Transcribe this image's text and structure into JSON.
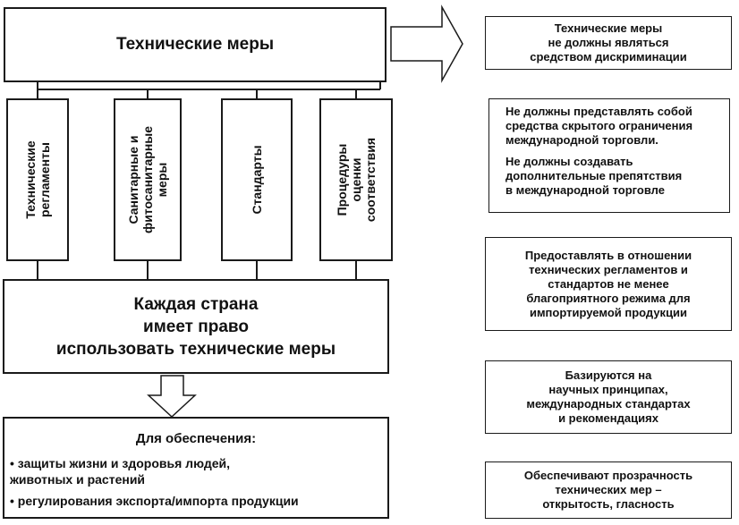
{
  "left": {
    "top_box": "Технические меры",
    "columns": [
      "Технические\nрегламенты",
      "Санитарные и\nфитосанитарные\nмеры",
      "Стандарты",
      "Процедуры\nоценки\nсоответствия"
    ],
    "middle_box": "Каждая страна\nимеет право\nиспользовать технические меры",
    "bottom_box": {
      "title": "Для обеспечения:",
      "bullets": [
        "• защиты жизни и здоровья людей,\n  животных и растений",
        "• регулирования экспорта/импорта продукции"
      ]
    }
  },
  "right": {
    "boxes": [
      {
        "lines": "Технические меры\nне должны являться\nсредством дискриминации"
      },
      {
        "para1": "Не должны представлять собой\nсредства скрытого ограничения\nмеждународной торговли.",
        "para2": "Не должны создавать\nдополнительные препятствия\nв международной торговле"
      },
      {
        "lines": "Предоставлять в отношении\nтехнических регламентов и\nстандартов не менее\nблагоприятного режима для\nимпортируемой продукции"
      },
      {
        "lines": "Базируются на\nнаучных принципах,\nмеждународных стандартах\nи рекомендациях"
      },
      {
        "lines": "Обеспечивают прозрачность\nтехнических мер –\nоткрытость, гласность"
      }
    ]
  }
}
